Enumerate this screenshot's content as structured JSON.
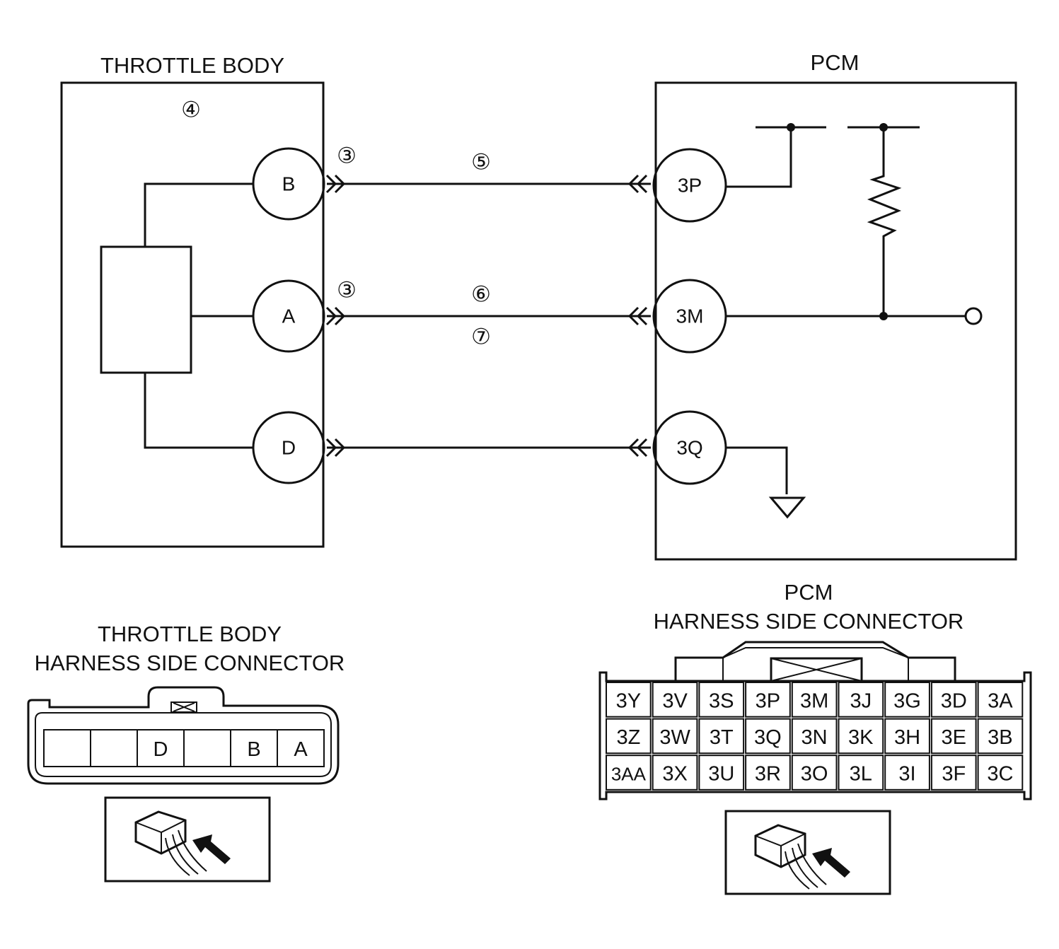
{
  "schematic": {
    "throttle_body_title": "THROTTLE BODY",
    "pcm_title": "PCM",
    "throttle_body_callout": "④",
    "throttle_pins": [
      "B",
      "A",
      "D"
    ],
    "pcm_pins": [
      "3P",
      "3M",
      "3Q"
    ],
    "callouts": {
      "b_connector": "③",
      "a_connector": "③",
      "b_wire": "⑤",
      "a_wire_top": "⑥",
      "a_wire_bottom": "⑦"
    }
  },
  "throttle_connector": {
    "title_line1": "THROTTLE BODY",
    "title_line2": "HARNESS SIDE CONNECTOR",
    "cells": [
      "",
      "",
      "D",
      "",
      "B",
      "A"
    ]
  },
  "pcm_connector": {
    "title_line1": "PCM",
    "title_line2": "HARNESS SIDE CONNECTOR",
    "rows": [
      [
        "3Y",
        "3V",
        "3S",
        "3P",
        "3M",
        "3J",
        "3G",
        "3D",
        "3A"
      ],
      [
        "3Z",
        "3W",
        "3T",
        "3Q",
        "3N",
        "3K",
        "3H",
        "3E",
        "3B"
      ],
      [
        "3AA",
        "3X",
        "3U",
        "3R",
        "3O",
        "3L",
        "3I",
        "3F",
        "3C"
      ]
    ]
  }
}
